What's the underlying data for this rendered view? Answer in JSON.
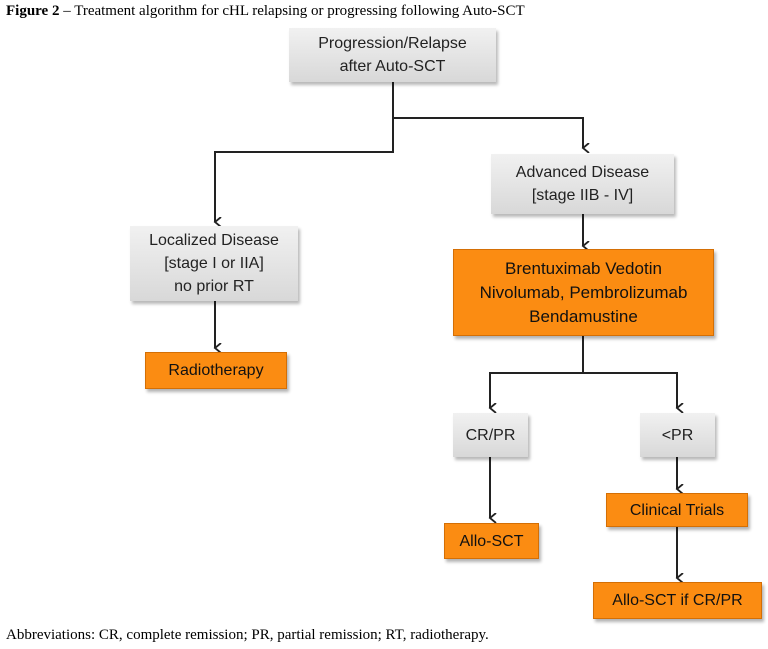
{
  "caption": {
    "figure_label": "Figure 2",
    "text": " – Treatment algorithm for cHL relapsing or progressing following Auto-SCT"
  },
  "nodes": {
    "progression": [
      "Progression/Relapse",
      "after Auto-SCT"
    ],
    "advanced": [
      "Advanced Disease",
      "[stage IIB - IV]"
    ],
    "localized": [
      "Localized Disease",
      "[stage I or IIA]",
      "no prior RT"
    ],
    "drugs": [
      "Brentuximab Vedotin",
      "Nivolumab, Pembrolizumab",
      "Bendamustine"
    ],
    "radiotherapy": [
      "Radiotherapy"
    ],
    "crpr": [
      "CR/PR"
    ],
    "ltpr": [
      "<PR"
    ],
    "clinical_trials": [
      "Clinical Trials"
    ],
    "allo_sct": [
      "Allo-SCT"
    ],
    "allo_sct_if": [
      "Allo-SCT if CR/PR"
    ]
  },
  "footnote": "Abbreviations: CR, complete remission; PR, partial remission; RT, radiotherapy.",
  "colors": {
    "grey_box": "#e2e2e2",
    "orange_box": "#fb8c12",
    "connector": "#222222"
  }
}
